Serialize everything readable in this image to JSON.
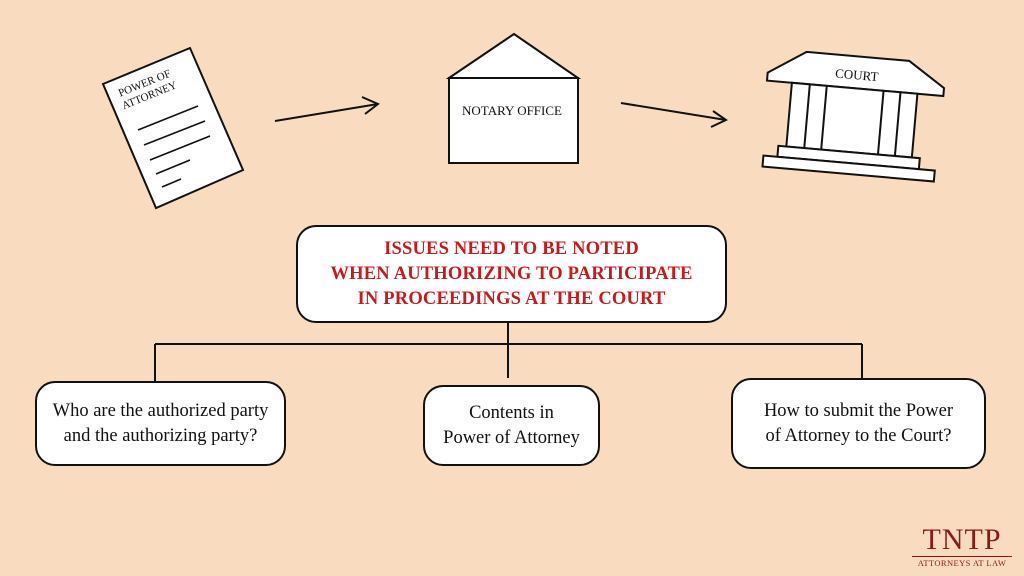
{
  "icons": {
    "document": {
      "name": "power-of-attorney-document-icon",
      "line1": "POWER OF",
      "line2": "ATTORNEY"
    },
    "office": {
      "name": "notary-office-icon",
      "label": "NOTARY OFFICE"
    },
    "court": {
      "name": "court-building-icon",
      "label": "COURT"
    }
  },
  "title": {
    "line1": "ISSUES NEED TO BE NOTED",
    "line2": "WHEN AUTHORIZING TO PARTICIPATE",
    "line3": "IN PROCEEDINGS AT THE COURT"
  },
  "questions": [
    {
      "line1": "Who are the authorized party",
      "line2": "and the authorizing party?"
    },
    {
      "line1": "Contents in",
      "line2": "Power of Attorney"
    },
    {
      "line1": "How to submit the Power",
      "line2": "of Attorney to the Court?"
    }
  ],
  "logo": {
    "mark": "TNTP",
    "sub": "ATTORNEYS AT LAW"
  },
  "colors": {
    "background": "#f9dcc0",
    "title_text": "#c8191b",
    "logo": "#8b1a1a"
  }
}
